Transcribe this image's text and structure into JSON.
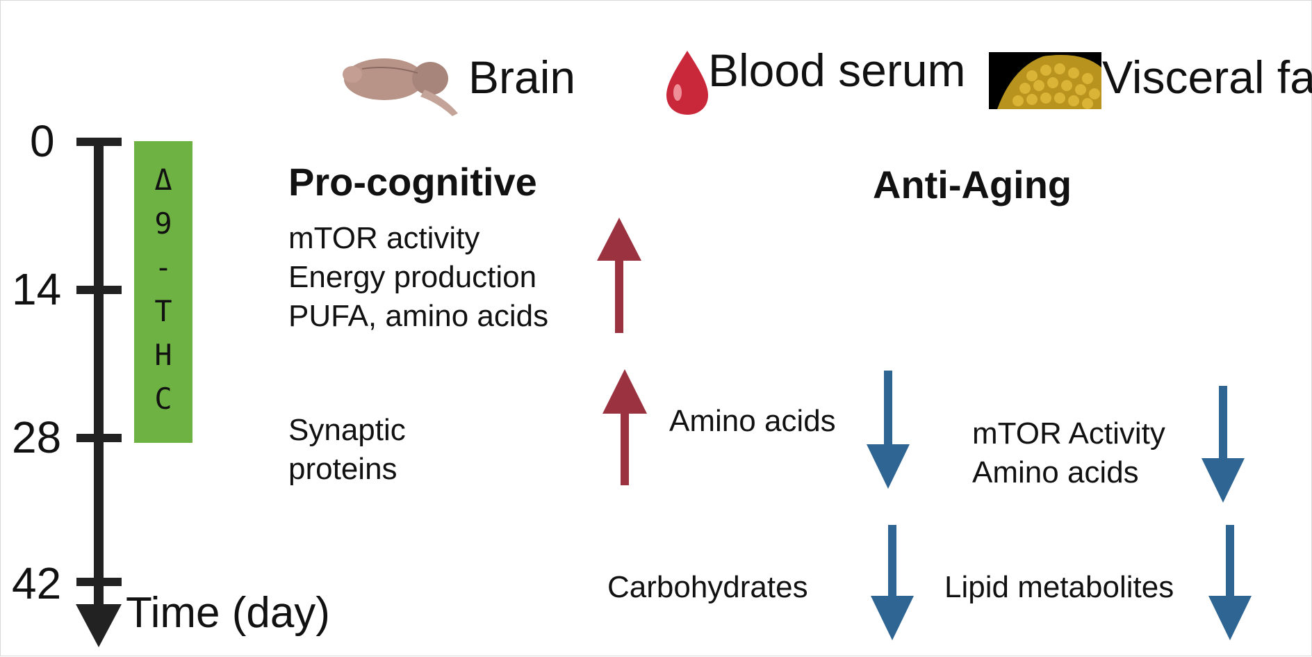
{
  "organs": {
    "brain": "Brain",
    "blood": "Blood serum",
    "fat": "Visceral fat"
  },
  "timeline": {
    "ticks": [
      "0",
      "14",
      "28",
      "42"
    ],
    "axis_label": "Time (day)",
    "treatment_chars": [
      "Δ",
      "9",
      "-",
      "T",
      "H",
      "C"
    ]
  },
  "headings": {
    "left": "Pro-cognitive",
    "right": "Anti-Aging"
  },
  "effects": {
    "brain_early": [
      "mTOR activity",
      "Energy production",
      "PUFA, amino acids"
    ],
    "brain_late": [
      "Synaptic",
      "proteins"
    ],
    "serum_late": "Amino acids",
    "serum_final": "Carbohydrates",
    "fat_late": [
      "mTOR Activity",
      "Amino acids"
    ],
    "fat_final": "Lipid metabolites"
  },
  "arrow_directions": {
    "brain_early": "up",
    "brain_late": "up",
    "serum_late": "down",
    "fat_late": "down",
    "serum_final": "down",
    "fat_final": "down"
  },
  "colors": {
    "up_arrow": "#9b3240",
    "down_arrow": "#2e6592",
    "treatment_bar": "#6fb244",
    "timeline": "#222222"
  },
  "icons": [
    "brain-icon",
    "blood-drop-icon",
    "visceral-fat-icon"
  ]
}
